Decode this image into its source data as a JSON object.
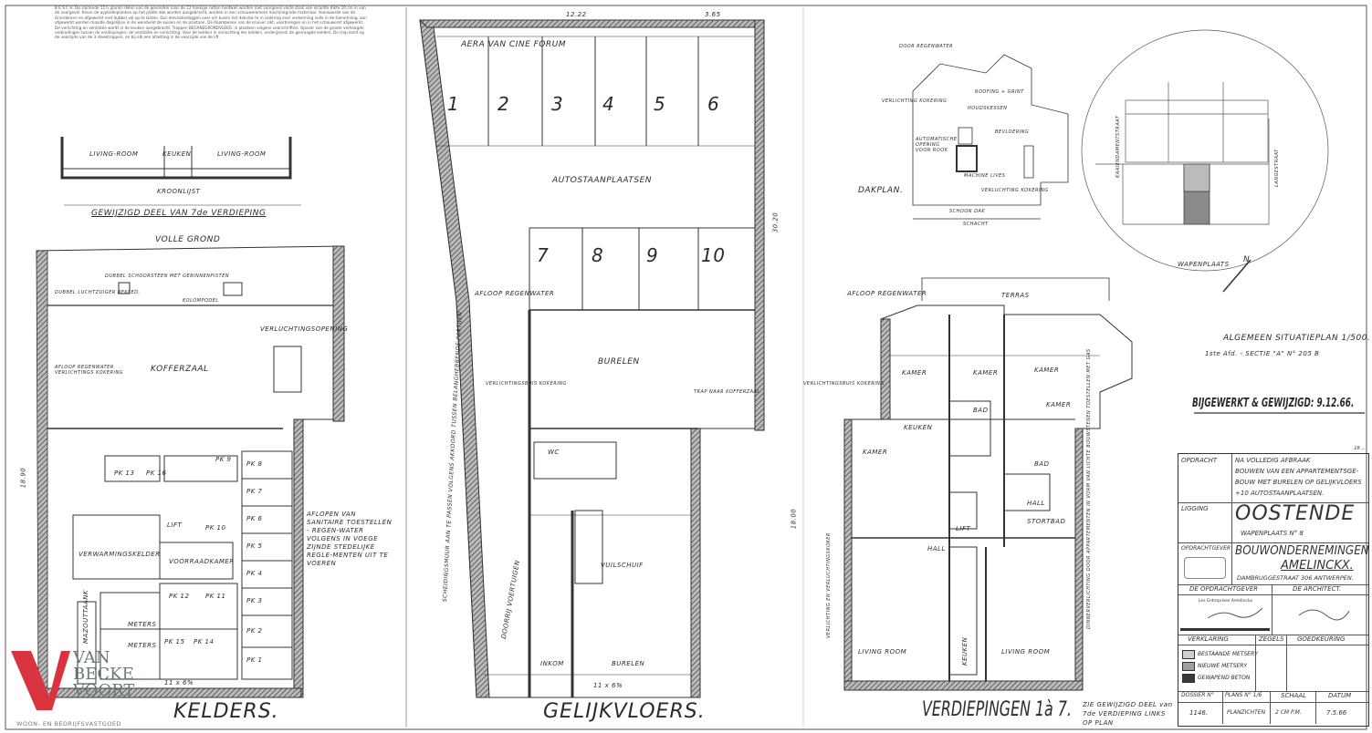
{
  "notes_text": "B E S C H. De sluitende 11½ plankn delen van de gevonden naar de 12 hoekige rutten hoofweil worden met voorgevel vaste stool van elcarlite dikte 10 cm in van de voorgevel. Kovor de ayptailleplanken op het platte dak worden aangebracht, worden in een schouwelement machinegrade materiaal. Voorwaarde van de Grondomen en afgewerkt met dubbel vel op te lasten. Dus elevaatiedaggen over om kusen het dakvlak te in isolering over verkenning volle in de toenemiing, aan afgewerkt worden maalde dagelijkse in de wendveld de kuisen en de plastaan. De Raambenen van de kruiver zikt, voorbrengen en in het schouwerkt afgewerkt. De verlichting en ventilatie wordt in de keuken aangebracht. Trappen BEGANEGRONDVLOER: in plaatsen volgens voorschriften. Opvoer van de groote verhoogde verbindingen tussen de verdiepingen; de ventilatie en verlichting. Voor de kelders in verluchting der kelders, ondergrond; de gevraagde kelders. De trap komt op de voorzijde van de 3 steektrappen, en bij elk een afzetting in de voorzijde van de lift.",
  "kelders": {
    "title": "KELDERS.",
    "top_labels": {
      "living_room_1": "LIVING-ROOM",
      "keuken": "KEUKEN",
      "living_room_2": "LIVING-ROOM",
      "kroonlijst": "KROONLIJST"
    },
    "gewijzigd_title": "GEWIJZIGD DEEL VAN 7de VERDIEPING",
    "volle_grond": "VOLLE GROND",
    "rooms": {
      "dubbel_luchtzuiger": "DUBBEL LUCHTZUIGER BEKLED.",
      "dubbel_schoorsteen": "DUBBEL SCHOORSTEEN MET GEBINNENPISTEN",
      "kolompodel": "KOLOMPODEL",
      "verluchting": "VERLUCHTINGSOPENING",
      "afloop": "AFLOOP REGENWATER VERLICHTINGS KOKERING",
      "kofferzaal": "KOFFERZAAL",
      "pk13": "PK 13",
      "pk16": "PK 16",
      "pk9": "PK 9",
      "pk8": "PK 8",
      "pk7": "PK 7",
      "pk6": "PK 6",
      "pk5": "PK 5",
      "pk4": "PK 4",
      "pk3": "PK 3",
      "pk2": "PK 2",
      "pk1": "PK 1",
      "pk10": "PK 10",
      "pk11": "PK 11",
      "pk12": "PK 12",
      "pk14": "PK 14",
      "pk15": "PK 15",
      "lift": "LIFT",
      "verwarmingskelder": "VERWARMINGSKELDER",
      "voorraadkamer": "VOORRAADKAMER",
      "meters_1": "METERS",
      "meters_2": "METERS",
      "mazoutmaak": "MAZOUTTAANK",
      "afloop_sanitaire": "AFLOPEN VAN SANITAIRE TOESTELLEN - REGEN-WATER VOLGENS IN VOEGE ZIJNDE STEDELIJKE REGLE-MENTEN UIT TE VOEREN",
      "scale_note": "11 x 6%"
    },
    "dim_side": "18.90"
  },
  "gelijkvloers": {
    "title": "GELIJKVLOERS.",
    "dim_top": "12.22",
    "dim_top_right": "3.65",
    "dim_side": "30.20",
    "area_cine": "AERA VAN CINE FORUM",
    "parking_numbers_top": [
      "1",
      "2",
      "3",
      "4",
      "5",
      "6"
    ],
    "parking_numbers_bottom": [
      "7",
      "8",
      "9",
      "10"
    ],
    "autostaanplaatsen": "AUTOSTAANPLAATSEN",
    "afloop": "AFLOOP REGENWATER",
    "burelen_1": "BURELEN",
    "burelen_2": "BURELEN",
    "verlichting": "VERLICHTINGSBUIS KOKERING",
    "trap": "TRAP NAAR KOFFERZAAL",
    "wc": "WC",
    "doorrit": "DOORRIJ VOERTUIGEN",
    "inkom": "INKOM",
    "vuilschuif": "VUILSCHUIF",
    "scheiding": "SCHEIDINGSMUUR AAN TE PASSEN VOLGENS AKKOORD TUSSEN BELANGHEBBENDE PARTIJEN",
    "scale_note": "11 x 6%"
  },
  "dakplan": {
    "title": "DAKPLAN.",
    "labels": [
      "DOOR REGENWATER",
      "VERLICHTING KOKERING",
      "ROOFING + GRINT",
      "HOUDSKESSEN",
      "BEVLOERING",
      "AUTOMATISCHE OPENING VOOR ROOK",
      "MACHINE LIVES",
      "VERLUCHTING KOKERING",
      "SCHOON DAK",
      "SCHACHT"
    ]
  },
  "verdiepingen": {
    "title": "VERDIEPINGEN 1à 7.",
    "note": "ZIE GEWIJZIGD DEEL van 7de VERDIEPING LINKS OP PLAN",
    "afloop": "AFLOOP REGENWATER",
    "terras": "TERRAS",
    "verlichting": "VERLICHTINGSBUIS KOKERING",
    "kamer": [
      "KAMER",
      "KAMER",
      "KAMER",
      "KAMER",
      "KAMER"
    ],
    "keuken": "KEUKEN",
    "bad": [
      "BAD",
      "BAD"
    ],
    "hall": [
      "HALL",
      "HALL"
    ],
    "lift": "LIFT",
    "storybad": "STORTBAD",
    "living_1": "LIVING ROOM",
    "living_2": "LIVING ROOM",
    "keuken_2": "KEUKEN",
    "side_note": "DINNERVERLICHTING DOOR APPARTEMENTEN IN VORM VAN LICHTE BOUWSTENEN TOESTELLEN MET GAS",
    "side_note_2": "VERLICHTING EN VERLUCHTINGSKOKER",
    "dim_side": "18.00"
  },
  "situatie": {
    "title": "ALGEMEEN SITUATIEPLAN 1/500.",
    "subtitle": "1ste Afd. - SECTIE \"A\" N° 205 B",
    "wapenplaats": "WAPENPLAATS",
    "north": "N",
    "left_street": "KAAIENDAMENTSTRAAT",
    "right_street": "LANGESTRAAT"
  },
  "revision": "BIJGEWERKT & GEWIJZIGD: 9.12.66.",
  "title_block": {
    "opdracht_label": "OPDRACHT",
    "opdracht_lines": [
      "NA VOLLEDIG AFBRAAK",
      "BOUWEN VAN EEN APPARTEMENTSGE-",
      "BOUW MET BURELEN OP GELIJKVLOERS",
      "+10 AUTOSTAANPLAATSEN."
    ],
    "corner_note": "18 ... ",
    "ligging_label": "LIGGING",
    "city": "OOSTENDE",
    "address": "WAPENPLAATS N° 8",
    "opdrachtgever_label": "OPDRACHTGEVER",
    "company_1": "BOUWONDERNEMINGEN",
    "company_2": "AMELINCKX.",
    "company_address": "DAMBRUGGESTRAAT 306 ANTWERPEN.",
    "de_opdrachtgever": "DE OPDRACHTGEVER",
    "de_architect": "DE ARCHITECT.",
    "stamp_text": "Les Entreprises Amelinckx",
    "verklaring": "VERKLARING",
    "zegels": "ZEGELS",
    "goedkeuring": "GOEDKEURING",
    "legend": [
      {
        "label": "BESTAANDE METSERY",
        "color": "#cfcfcf"
      },
      {
        "label": "NIEUWE METSERY",
        "color": "#9e9e9e"
      },
      {
        "label": "GEWAPEND BETON",
        "color": "#3a3a3a"
      }
    ],
    "headers": [
      "DOSSIER N°",
      "PLANS N° 1/6",
      "SCHAAL",
      "DATUM"
    ],
    "values": [
      "1146.",
      "PLANZICHTEN",
      "2 CM P.M.",
      "7.5.66"
    ]
  },
  "logo": {
    "line1": "VAN",
    "line2": "BECKE",
    "line3": "VOORT",
    "tagline": "WOON- EN BEDRIJFSVASTGOED",
    "color": "#d9333f"
  }
}
